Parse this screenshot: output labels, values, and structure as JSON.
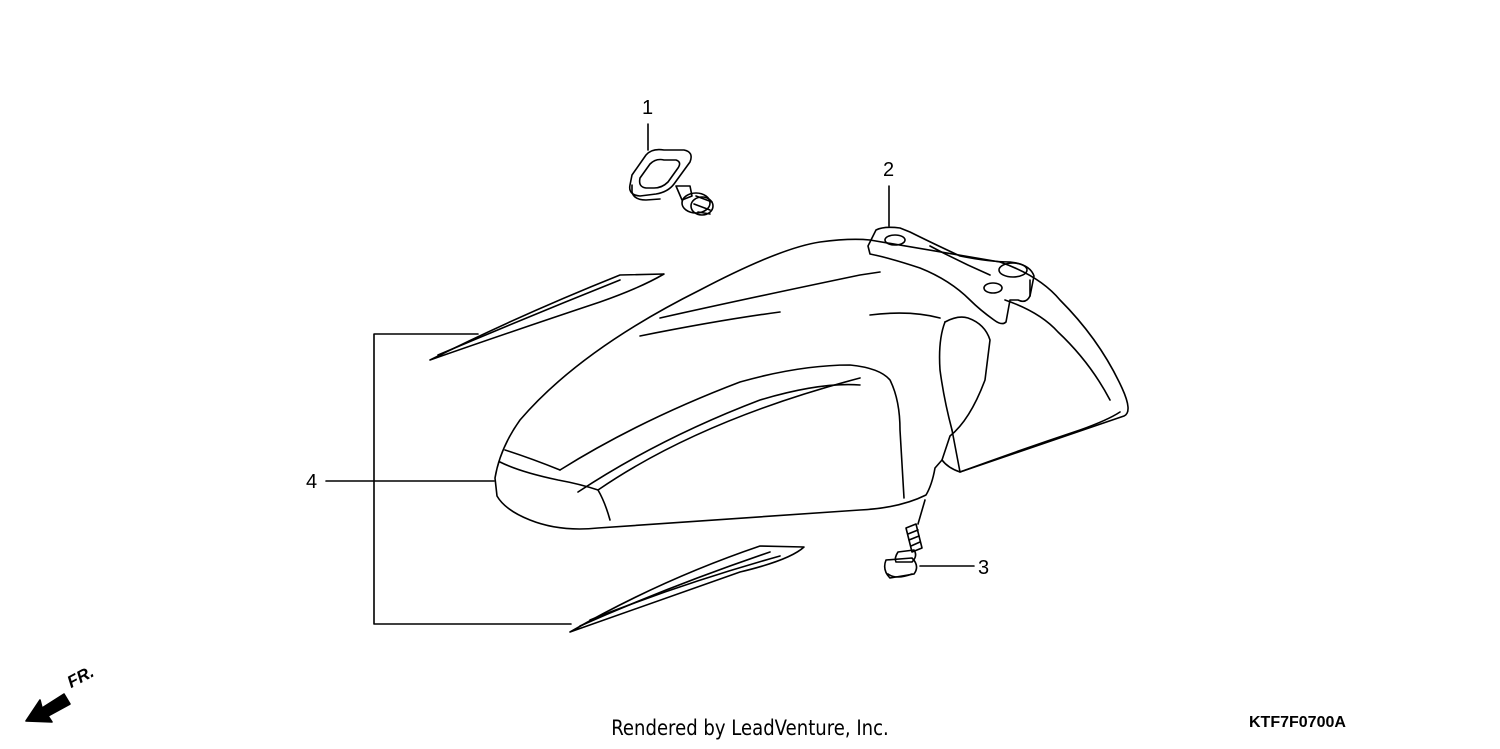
{
  "diagram": {
    "callouts": [
      "1",
      "2",
      "3",
      "4"
    ],
    "direction_label": "FR.",
    "footer_text": "Rendered by LeadVenture, Inc.",
    "diagram_code": "KTF7F0700A"
  },
  "colors": {
    "line": "#000000",
    "background": "#ffffff"
  }
}
